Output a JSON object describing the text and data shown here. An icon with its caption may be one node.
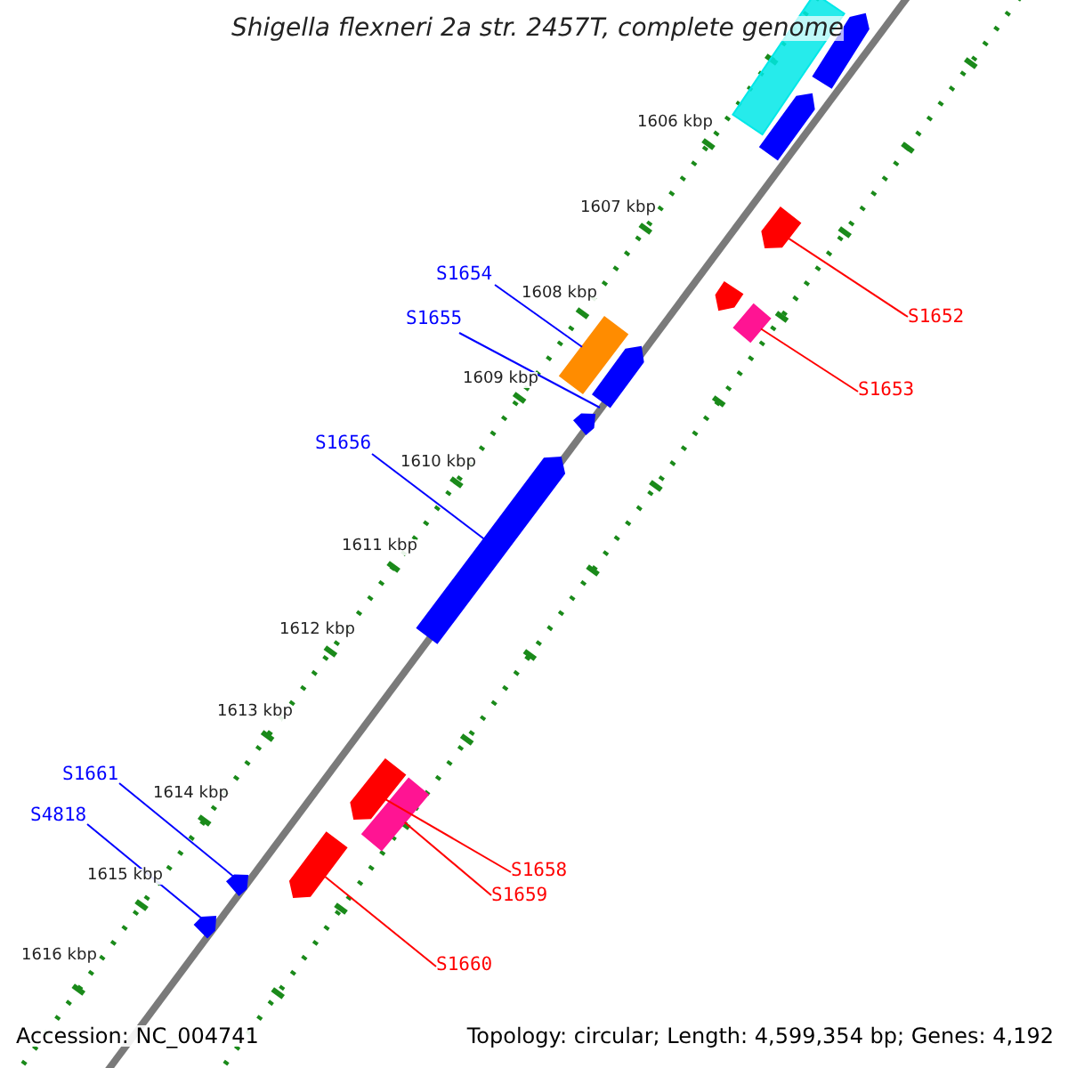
{
  "diagram": {
    "title": "Shigella flexneri 2a str. 2457T, complete genome",
    "nodes": [
      {
        "text": [],
        "shape": "bar"
      },
      {
        "text": [],
        "shape": "bar"
      },
      {
        "text": [],
        "shape": "bar"
      },
      {
        "text": [],
        "shape": "bar"
      },
      {
        "text": [
          "S1654"
        ]
      },
      {
        "text": [],
        "shape": "bar"
      },
      {
        "text": [
          "S1652"
        ]
      },
      {
        "text": [
          "S1655"
        ]
      },
      {
        "text": [],
        "shape": "bar"
      },
      {
        "text": [],
        "shape": "bar"
      },
      {
        "text": [],
        "shape": "bar"
      },
      {
        "text": [
          "S1653"
        ]
      },
      {
        "text": [],
        "shape": "bar"
      },
      {
        "text": [
          "S1656"
        ]
      },
      {
        "text": [],
        "shape": "bar"
      },
      {
        "text": [
          "S1661"
        ]
      },
      {
        "text": [],
        "shape": "bar"
      },
      {
        "text": [],
        "shape": "bar"
      },
      {
        "text": [
          "S4818"
        ]
      },
      {
        "text": [],
        "shape": "bar"
      },
      {
        "text": [
          "S1658"
        ]
      },
      {
        "text": [],
        "shape": "bar"
      },
      {
        "text": [
          "S1659"
        ]
      },
      {
        "text": [],
        "shape": "bar"
      },
      {
        "text": [
          "S1660"
        ]
      }
    ],
    "edges": [
      {
        "from": 4,
        "to": 9,
        "arrow": "none",
        "color": "#0000ff"
      },
      {
        "from": 6,
        "to": 3,
        "arrow": "none",
        "color": "#ff0000"
      },
      {
        "from": 7,
        "to": 10,
        "arrow": "none",
        "color": "#0000ff"
      },
      {
        "from": 11,
        "to": 8,
        "arrow": "none",
        "color": "#ff0000"
      },
      {
        "from": 13,
        "to": 14,
        "arrow": "none",
        "color": "#0000ff"
      },
      {
        "from": 15,
        "to": 21,
        "arrow": "none",
        "color": "#0000ff"
      },
      {
        "from": 18,
        "to": 23,
        "arrow": "none",
        "color": "#0000ff"
      },
      {
        "from": 20,
        "to": 16,
        "arrow": "none",
        "color": "#ff0000"
      },
      {
        "from": 22,
        "to": 17,
        "arrow": "none",
        "color": "#ff0000"
      },
      {
        "from": 24,
        "to": 19,
        "arrow": "none",
        "color": "#ff0000"
      }
    ],
    "labels": [
      "1606 kbp",
      "1607 kbp",
      "1608 kbp",
      "1609 kbp",
      "1610 kbp",
      "1611 kbp",
      "1612 kbp",
      "1613 kbp",
      "1614 kbp",
      "1615 kbp",
      "1616 kbp",
      "Accession: NC_004741",
      "Topology: circular; Length: 4,599,354 bp; Genes: 4,192"
    ]
  }
}
